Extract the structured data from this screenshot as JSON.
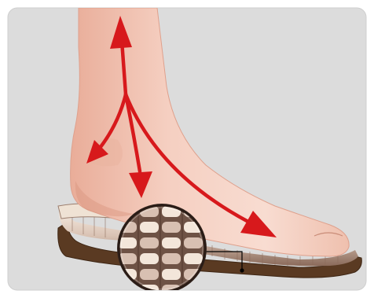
{
  "figure": {
    "subject": "foot-on-cushioned-insole",
    "icons": [
      "foot-illustration",
      "insole-cushion",
      "sole-base",
      "magnifier-lens",
      "force-arrow"
    ],
    "colors": {
      "background": "#dcdcdc",
      "frame_border": "#cfcfcf",
      "skin_light": "#f7d6c9",
      "skin_mid": "#eebcaa",
      "skin_shadow": "#dfa08c",
      "arrow_red": "#d7191c",
      "sole_brown": "#5a3a22",
      "sole_dark": "#3e2614",
      "cushion_cream": "#f6ecdf",
      "cushion_taupe": "#b79d8c",
      "cushion_brown": "#7b5a4a",
      "callout_line": "#000000"
    },
    "force_arrows": [
      {
        "id": "up",
        "direction": "up"
      },
      {
        "id": "left-down",
        "direction": "down-left"
      },
      {
        "id": "down",
        "direction": "down"
      },
      {
        "id": "toe",
        "direction": "down-right"
      }
    ]
  }
}
